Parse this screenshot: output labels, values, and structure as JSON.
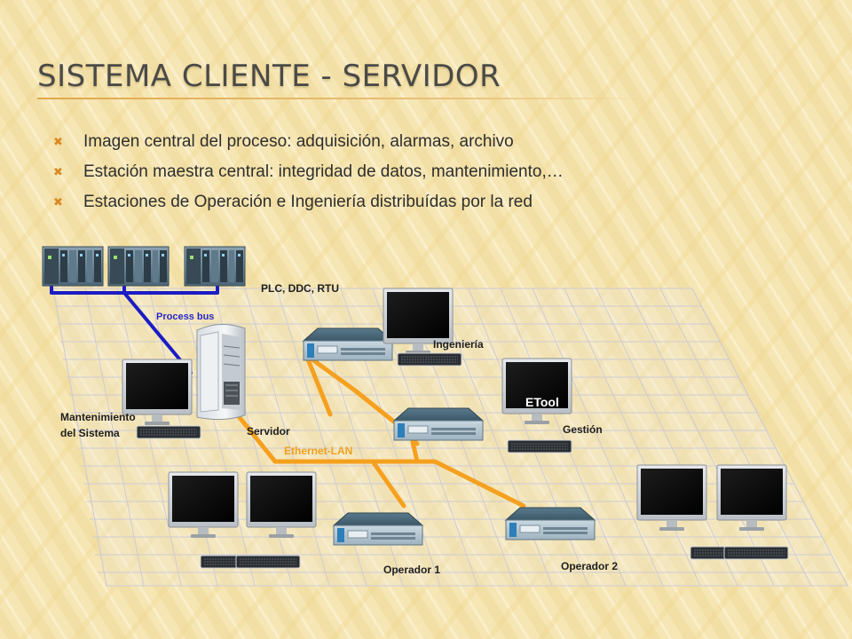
{
  "title": "Sistema Cliente - Servidor",
  "bullets": [
    "Imagen central del proceso: adquisición, alarmas, archivo",
    "Estación maestra central: integridad de datos, mantenimiento,…",
    "Estaciones de Operación e Ingeniería distribuídas por la red"
  ],
  "diagram": {
    "plc_label": "PLC, DDC, RTU",
    "process_bus_label": "Process bus",
    "ethernet_label": "Ethernet-LAN",
    "nodes": {
      "ingenieria": "Ingeniería",
      "etool": "ETool",
      "gestion": "Gestión",
      "mantenimiento_line1": "Mantenimiento",
      "mantenimiento_line2": "del Sistema",
      "servidor": "Servidor",
      "operador1": "Operador 1",
      "operador2": "Operador 2"
    }
  },
  "icons": {
    "bullet": "cross-bullet-icon",
    "plc": "plc-rack-icon",
    "server": "server-tower-icon",
    "monitor": "monitor-icon",
    "keyboard": "keyboard-icon",
    "workstation": "workstation-unit-icon"
  },
  "colors": {
    "background": "#f6e6b4",
    "accent": "#d98a23",
    "process_bus": "#1c1cc4",
    "ethernet": "#f5a01e",
    "grid": "#c9c9d9"
  }
}
